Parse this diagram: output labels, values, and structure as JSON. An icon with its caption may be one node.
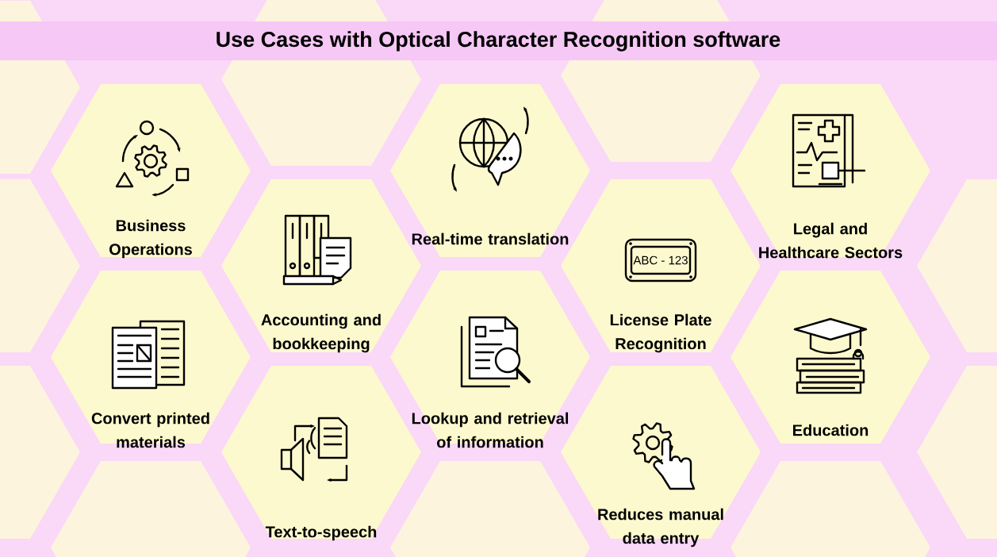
{
  "diagram": {
    "title": "Use Cases with Optical Character Recognition software",
    "nodes": [
      {
        "text": [
          "Business Operations"
        ]
      },
      {
        "text": [
          "Real-time translation"
        ]
      },
      {
        "text": [
          "Legal and Healthcare Sectors"
        ]
      },
      {
        "text": [
          "Accounting and bookkeeping"
        ]
      },
      {
        "text": [
          "License Plate Recognition"
        ]
      },
      {
        "text": [
          "Convert printed materials"
        ]
      },
      {
        "text": [
          "Lookup and retrieval of information"
        ]
      },
      {
        "text": [
          "Education"
        ]
      },
      {
        "text": [
          "Text-to-speech"
        ]
      },
      {
        "text": [
          "Reduces manual data entry"
        ]
      }
    ],
    "labels": [
      "ABC - 123"
    ]
  }
}
